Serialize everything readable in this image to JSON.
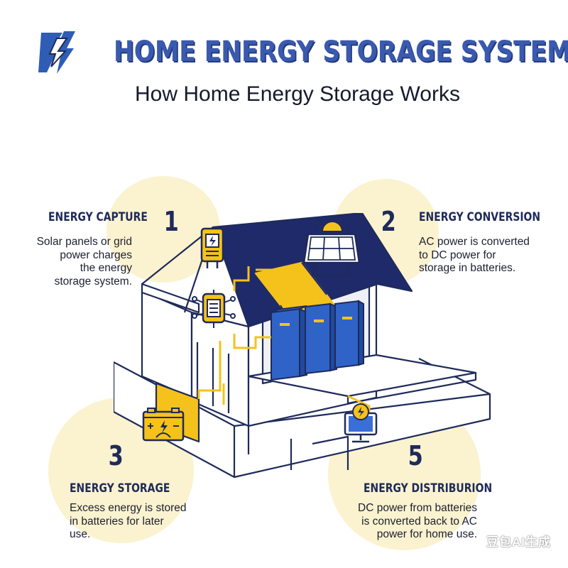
{
  "header": {
    "title": "HOME ENERGY STORAGE SYSTEM",
    "subtitle": "How Home Energy Storage Works"
  },
  "steps": [
    {
      "number": "1",
      "heading": "ENERGY CAPTURE",
      "lines": [
        "Solar panels or grid",
        "power charges",
        "the energy",
        "storage system."
      ]
    },
    {
      "number": "2",
      "heading": "ENERGY CONVERSION",
      "lines": [
        "AC power is converted",
        "to DC power for",
        "storage in batteries."
      ]
    },
    {
      "number": "3",
      "heading": "ENERGY STORAGE",
      "lines": [
        "Excess energy is stored",
        "in batteries for later",
        "use."
      ]
    },
    {
      "number": "5",
      "heading": "ENERGY DISTRIBURION",
      "lines": [
        "DC power from batteries",
        "is converted back to AC",
        "power for home use."
      ]
    }
  ],
  "watermark": "豆包AI生成",
  "colors": {
    "navy": "#1e2a5a",
    "roof": "#1f2a6b",
    "accent_yellow": "#f5c21b",
    "battery_blue": "#2f63c8",
    "highlight_circle": "#fbf2cf"
  },
  "icons": [
    "lightning-logo-icon",
    "inverter-icon",
    "controller-icon",
    "solar-panel-icon",
    "battery-icon",
    "monitor-bulb-icon"
  ]
}
